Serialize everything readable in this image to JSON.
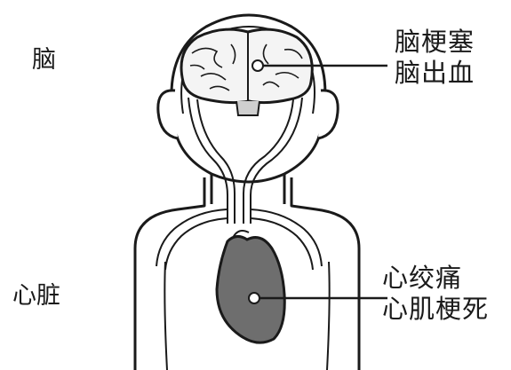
{
  "labels": {
    "brain_organ": "脑",
    "heart_organ": "心脏",
    "brain_diseases": [
      "脑梗塞",
      "脑出血"
    ],
    "heart_diseases": [
      "心绞痛",
      "心肌梗死"
    ]
  },
  "colors": {
    "ink": "#1a1a1a",
    "brain_fill": "#f4f4f4",
    "heart_fill": "#6e6e6e",
    "callout_dot": "#ffffff"
  }
}
